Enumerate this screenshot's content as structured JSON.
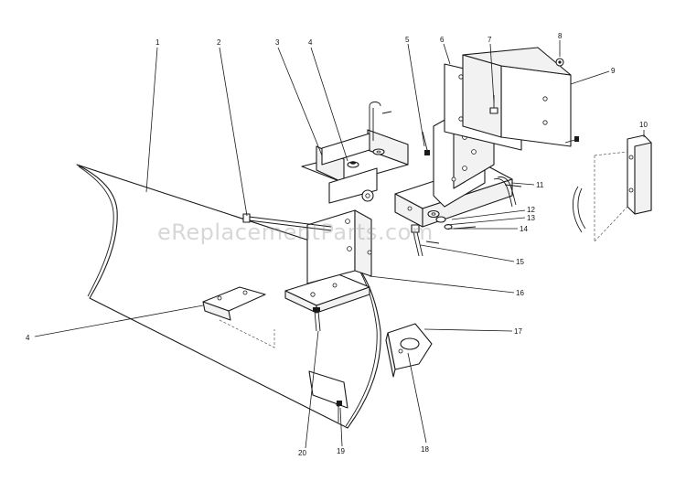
{
  "watermark": "eReplacementParts.com",
  "callouts": {
    "c1": "1",
    "c2": "2",
    "c3": "3",
    "c4a": "4",
    "c4b": "4",
    "c5": "5",
    "c6": "6",
    "c7": "7",
    "c8": "8",
    "c9": "9",
    "c10": "10",
    "c11": "11",
    "c12": "12",
    "c13": "13",
    "c14": "14",
    "c15": "15",
    "c16": "16",
    "c17": "17",
    "c18": "18",
    "c19": "19",
    "c20": "20"
  }
}
